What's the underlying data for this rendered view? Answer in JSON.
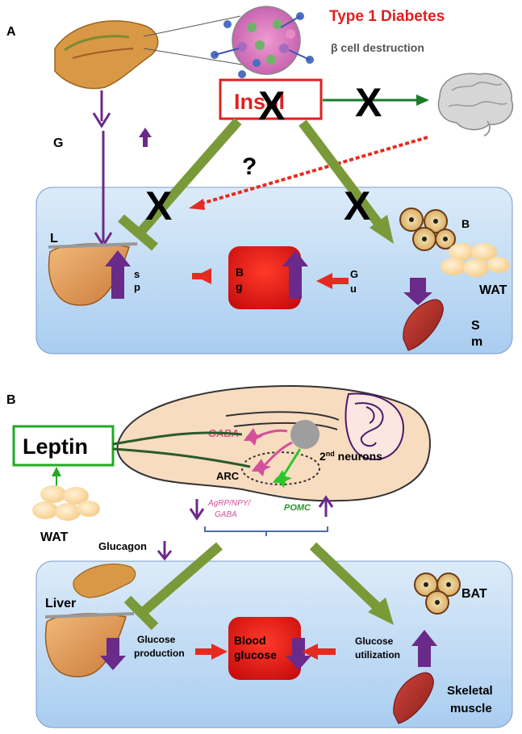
{
  "panel_a": {
    "letter": "A",
    "title": "Type 1 Diabetes",
    "subtitle": "β cell destruction",
    "insulin_label": "Insul",
    "cross_mark": "X",
    "question_mark": "?",
    "glucagon_label": "G",
    "liver_label": "L",
    "liver_effect_line1": "s",
    "liver_effect_line2": "p",
    "blood_glucose_line1": "B",
    "blood_glucose_line2": "g",
    "glucose_util_line1": "G",
    "glucose_util_line2": "u",
    "bat_label": "B",
    "wat_label": "WAT",
    "muscle_line1": "S",
    "muscle_line2": "m"
  },
  "panel_b": {
    "letter": "B",
    "leptin_label": "Leptin",
    "gaba_label": "GABA",
    "arc_label": "ARC",
    "second_neurons": "2nd neurons",
    "second_neurons_base": "2",
    "second_neurons_sup": "nd",
    "second_neurons_rest": " neurons",
    "agrp_line1": "AgRP/NPY/",
    "agrp_line2": "GABA",
    "pomc_label": "POMC",
    "wat_label": "WAT",
    "glucagon_label": "Glucagon",
    "liver_label": "Liver",
    "glucose_production_line1": "Glucose",
    "glucose_production_line2": "production",
    "blood_glucose_line1": "Blood",
    "blood_glucose_line2": "glucose",
    "glucose_utilization_line1": "Glucose",
    "glucose_utilization_line2": "utilization",
    "bat_label": "BAT",
    "muscle_line1": "Skeletal",
    "muscle_line2": "muscle"
  },
  "colors": {
    "panel_bg": "#cfe3f7",
    "green_arrow": "#7a9a3a",
    "purple_arrow": "#6a2a8a",
    "red_title": "#e02020",
    "red_arrow": "#e52b1f",
    "leptin_box": "#22aa22"
  }
}
